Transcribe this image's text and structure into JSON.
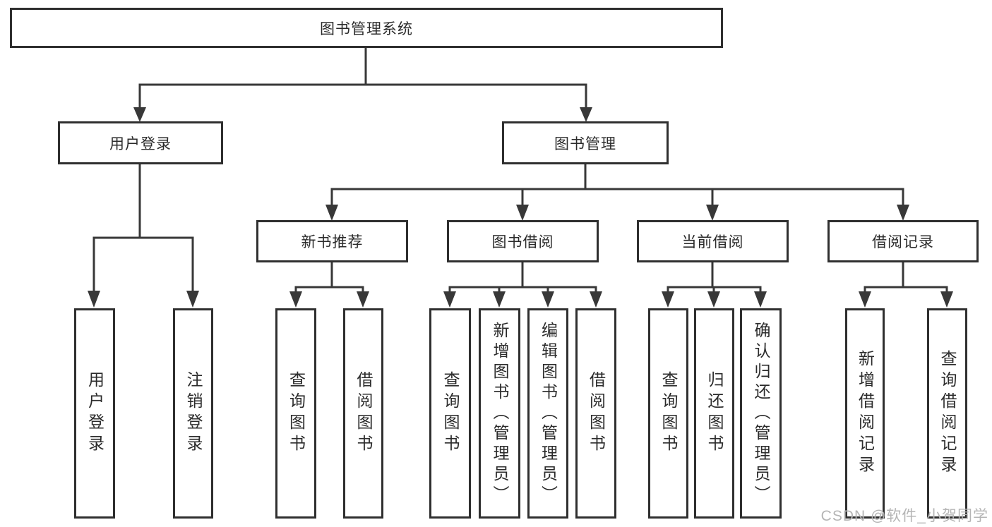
{
  "title": "图书管理系统",
  "watermark": "CSDN @软件_小贺同学",
  "colors": {
    "line": "#383838",
    "border": "#2f2f2f",
    "text": "#2b2b2b",
    "watermark": "#b5b5b5",
    "background": "#ffffff"
  },
  "nodes": {
    "root": {
      "label": "图书管理系统"
    },
    "level2": [
      {
        "label": "用户登录"
      },
      {
        "label": "图书管理"
      }
    ],
    "level3": [
      {
        "label": "新书推荐"
      },
      {
        "label": "图书借阅"
      },
      {
        "label": "当前借阅"
      },
      {
        "label": "借阅记录"
      }
    ],
    "leaves": {
      "user_login": [
        {
          "label": "用户登录"
        },
        {
          "label": "注销登录"
        }
      ],
      "new_books": [
        {
          "label": "查询图书"
        },
        {
          "label": "借阅图书"
        }
      ],
      "book_borrow": [
        {
          "label": "查询图书"
        },
        {
          "label": "新增图书（管理员）"
        },
        {
          "label": "编辑图书（管理员）"
        },
        {
          "label": "借阅图书"
        }
      ],
      "current_borrow": [
        {
          "label": "查询图书"
        },
        {
          "label": "归还图书"
        },
        {
          "label": "确认归还（管理员）"
        }
      ],
      "borrow_records": [
        {
          "label": "新增借阅记录"
        },
        {
          "label": "查询借阅记录"
        }
      ]
    }
  }
}
